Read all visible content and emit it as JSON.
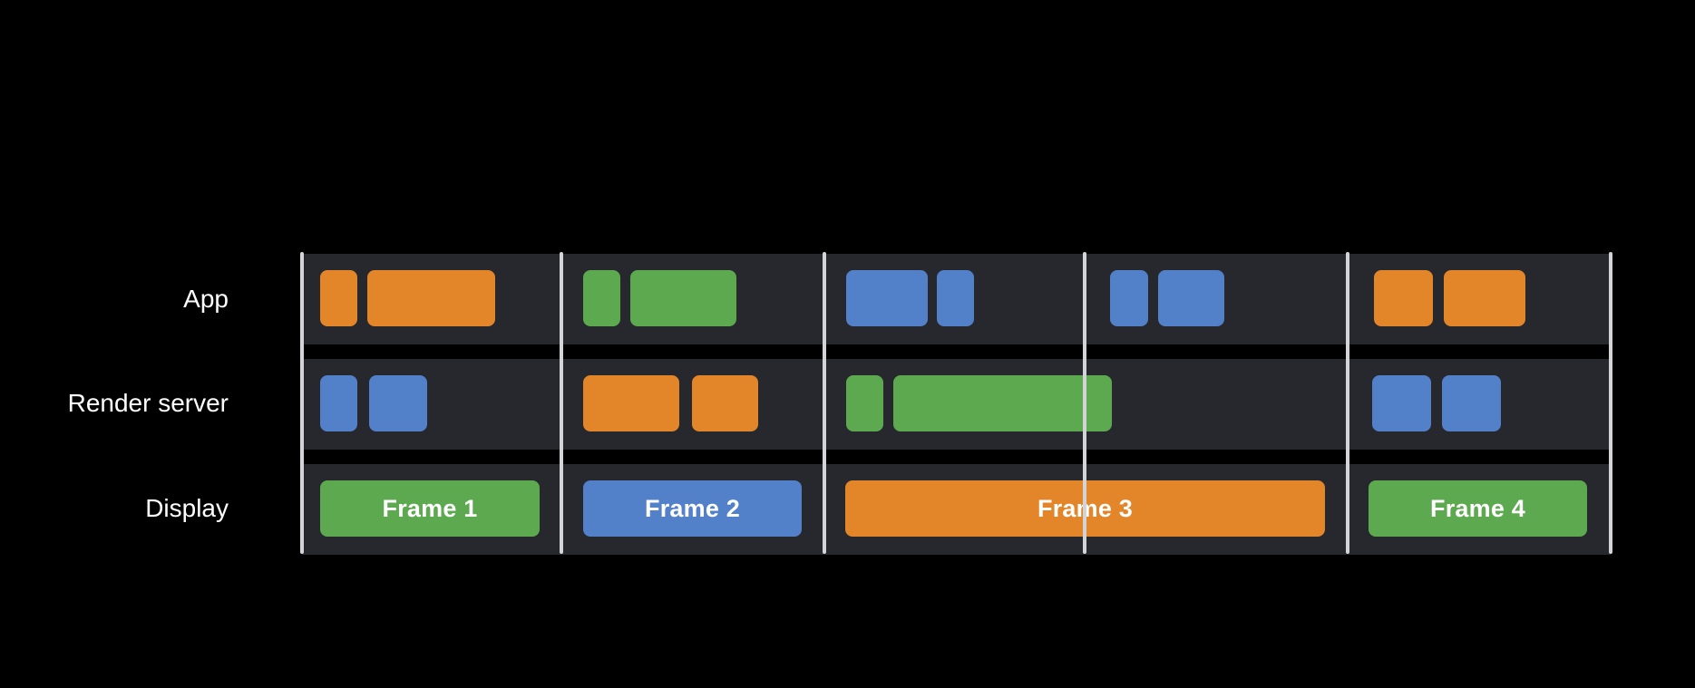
{
  "lanes": {
    "app": "App",
    "render_server": "Render server",
    "display": "Display"
  },
  "frames": {
    "frame_1": "Frame 1",
    "frame_2": "Frame 2",
    "frame_3": "Frame 3",
    "frame_4": "Frame 4"
  },
  "colors": {
    "background": "#000000",
    "lane": "#26282e",
    "vsync": "#d2d4d8",
    "orange": "#e3862a",
    "green": "#5ca94f",
    "blue": "#5280c9",
    "text": "#ffffff"
  }
}
